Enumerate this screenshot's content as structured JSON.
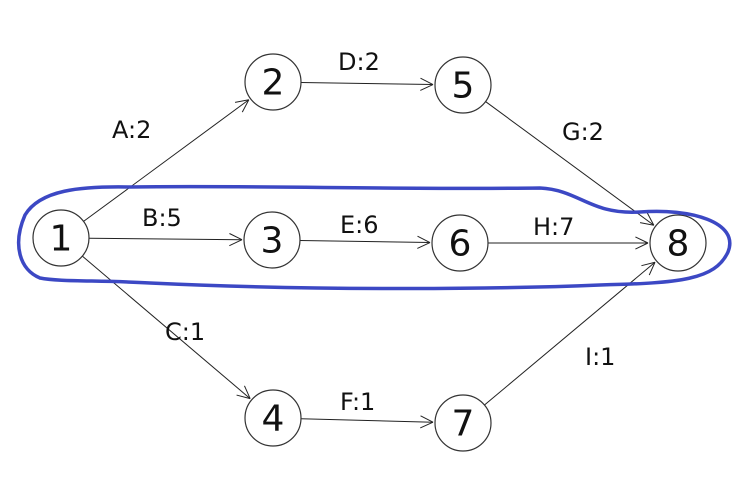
{
  "nodes": [
    {
      "id": "1",
      "label": "1"
    },
    {
      "id": "2",
      "label": "2"
    },
    {
      "id": "3",
      "label": "3"
    },
    {
      "id": "4",
      "label": "4"
    },
    {
      "id": "5",
      "label": "5"
    },
    {
      "id": "6",
      "label": "6"
    },
    {
      "id": "7",
      "label": "7"
    },
    {
      "id": "8",
      "label": "8"
    }
  ],
  "edges": [
    {
      "from": "1",
      "to": "2",
      "label": "A:2"
    },
    {
      "from": "1",
      "to": "3",
      "label": "B:5"
    },
    {
      "from": "1",
      "to": "4",
      "label": "C:1"
    },
    {
      "from": "2",
      "to": "5",
      "label": "D:2"
    },
    {
      "from": "3",
      "to": "6",
      "label": "E:6"
    },
    {
      "from": "4",
      "to": "7",
      "label": "F:1"
    },
    {
      "from": "5",
      "to": "8",
      "label": "G:2"
    },
    {
      "from": "6",
      "to": "8",
      "label": "H:7"
    },
    {
      "from": "7",
      "to": "8",
      "label": "I:1"
    }
  ],
  "highlighted_path": [
    "1",
    "3",
    "6",
    "8"
  ],
  "colors": {
    "highlight": "#3c48c4",
    "stroke": "#222222"
  }
}
